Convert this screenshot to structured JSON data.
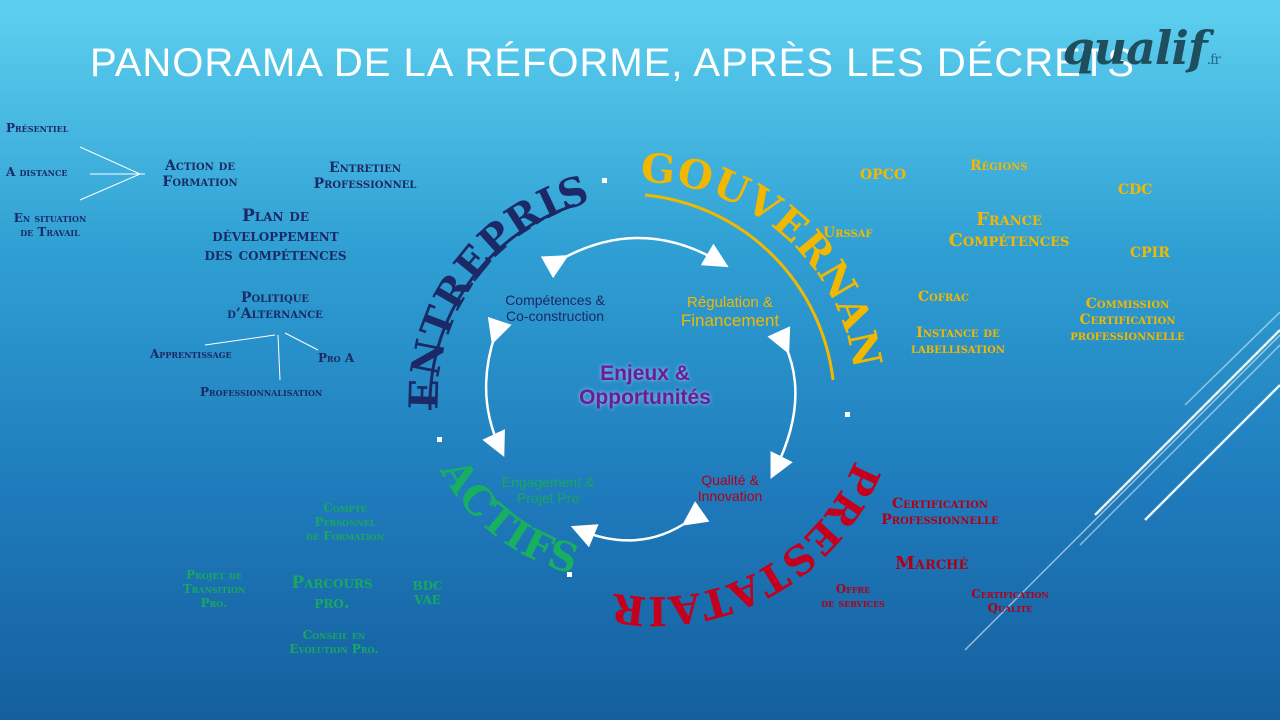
{
  "title": "Panorama de la réforme, après les décrets",
  "logo": {
    "name": "qualif",
    "suffix": ".fr"
  },
  "arcs": {
    "entreprises": "ENTREPRISES",
    "gouvernance": "GOUVERNANCE",
    "prestataires": "PRESTATAIRES",
    "actifs": "ACTIFS"
  },
  "center": {
    "line1": "Enjeux &",
    "line2": "Opportunités"
  },
  "quadrants": {
    "competences": [
      "Compétences &",
      "Co-construction"
    ],
    "regulation": [
      "Régulation &",
      "Financement"
    ],
    "qualite": [
      "Qualité &",
      "Innovation"
    ],
    "engagement": [
      "Engagement &",
      "Projet Pro"
    ]
  },
  "entreprises_items": {
    "presentiel": "Présentiel",
    "distance": "A distance",
    "situation": [
      "En situation",
      "de Travail"
    ],
    "action": [
      "Action de",
      "Formation"
    ],
    "entretien": [
      "Entretien",
      "Professionnel"
    ],
    "plan": [
      "Plan de",
      "développement",
      "des compétences"
    ],
    "politique": [
      "Politique",
      "d’Alternance"
    ],
    "apprentissage": "Apprentissage",
    "proa": "Pro A",
    "professionnalisation": "Professionnalisation"
  },
  "gouvernance_items": {
    "opco": "OPCO",
    "regions": "Régions",
    "cdc": "CDC",
    "urssaf": "Urssaf",
    "france": [
      "France",
      "Compétences"
    ],
    "cpir": "CPIR",
    "cofrac": "Cofrac",
    "instance": [
      "Instance de",
      "labellisation"
    ],
    "commission": [
      "Commission",
      "Certification",
      "professionnelle"
    ]
  },
  "prestataires_items": {
    "certif": [
      "Certification",
      "Professionnelle"
    ],
    "marche": "Marché",
    "offre": [
      "Offre",
      "de services"
    ],
    "qualite": [
      "Certification",
      "Qualité"
    ]
  },
  "actifs_items": {
    "cpf": [
      "Compte",
      "Personnel",
      "de Formation"
    ],
    "transition": [
      "Projet de",
      "Transition",
      "Pro."
    ],
    "parcours": [
      "Parcours",
      "pro."
    ],
    "bdc": [
      "BDC",
      "VAE"
    ],
    "cep": [
      "Conseil en",
      "Evolution Pro."
    ]
  }
}
